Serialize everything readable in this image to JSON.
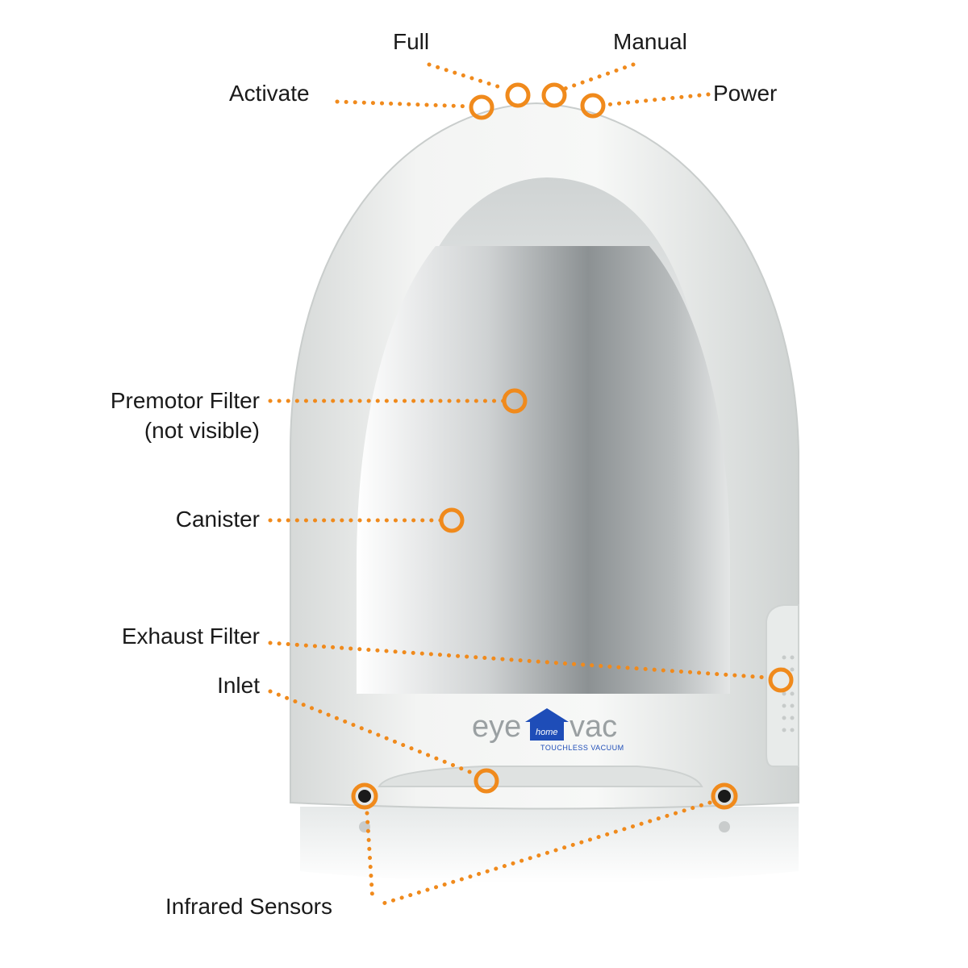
{
  "callouts": {
    "full": "Full",
    "manual": "Manual",
    "activate": "Activate",
    "power": "Power",
    "premotor_line1": "Premotor Filter",
    "premotor_line2": "(not visible)",
    "canister": "Canister",
    "exhaust_filter": "Exhaust Filter",
    "inlet": "Inlet",
    "infrared_sensors": "Infrared Sensors"
  },
  "logo": {
    "word_left": "eye",
    "word_home": "home",
    "word_right": "vac",
    "tagline": "TOUCHLESS VACUUM"
  },
  "colors": {
    "accent": "#f08a1c",
    "body": "#e9ecea",
    "canister": "#a9adaf",
    "brand_blue": "#1e4db8"
  }
}
